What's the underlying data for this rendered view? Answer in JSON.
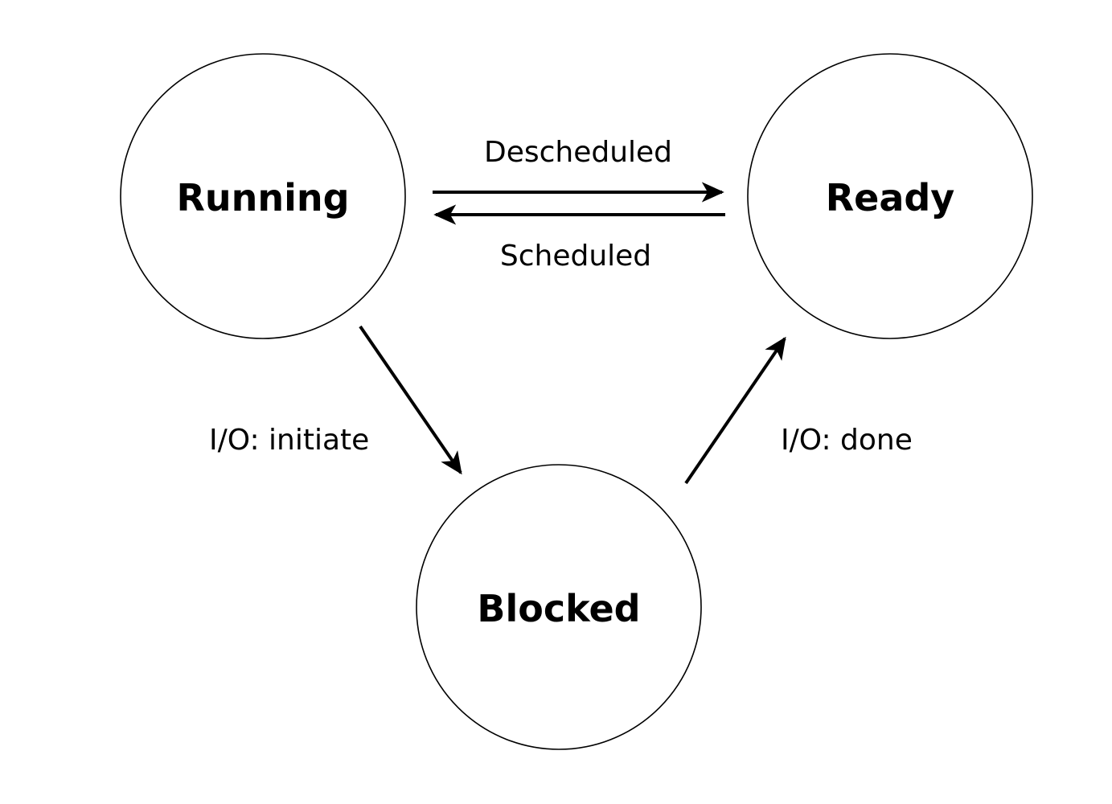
{
  "diagram": {
    "states": {
      "running": "Running",
      "ready": "Ready",
      "blocked": "Blocked"
    },
    "transitions": {
      "descheduled": "Descheduled",
      "scheduled": "Scheduled",
      "io_initiate": "I/O: initiate",
      "io_done": "I/O: done"
    },
    "colors": {
      "stroke": "#000000",
      "background": "#ffffff"
    }
  }
}
